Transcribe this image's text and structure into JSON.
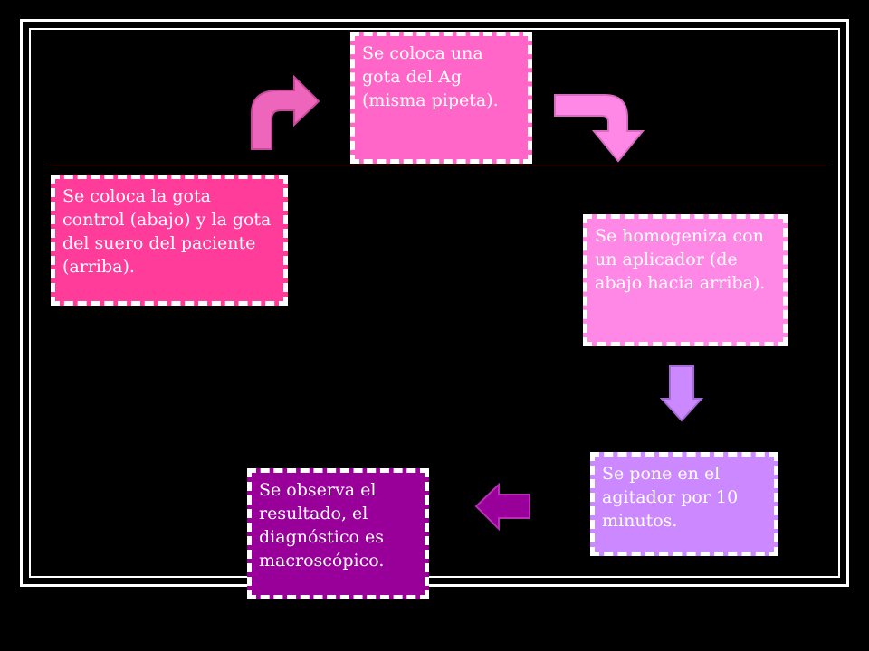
{
  "steps": [
    {
      "id": "step1",
      "text": "Se coloca la gota control (abajo) y la gota del suero del paciente (arriba)."
    },
    {
      "id": "step2",
      "text": "Se coloca una gota del Ag (misma pipeta)."
    },
    {
      "id": "step3",
      "text": "Se homogeniza con un aplicador (de abajo hacia arriba)."
    },
    {
      "id": "step4",
      "text": "Se pone en el agitador por 10 minutos."
    },
    {
      "id": "step5",
      "text": "Se observa el resultado, el diagnóstico es macroscópico."
    }
  ],
  "colors": {
    "background": "#000000",
    "step1": "#ff3c9a",
    "step2": "#ff66c7",
    "step3": "#ff88e6",
    "step4": "#cc88ff",
    "step5": "#990099",
    "arrow_up_right": "#ee66bb",
    "arrow_right_down": "#ff88e6",
    "arrow_down": "#cc88ff",
    "arrow_left": "#990099"
  }
}
